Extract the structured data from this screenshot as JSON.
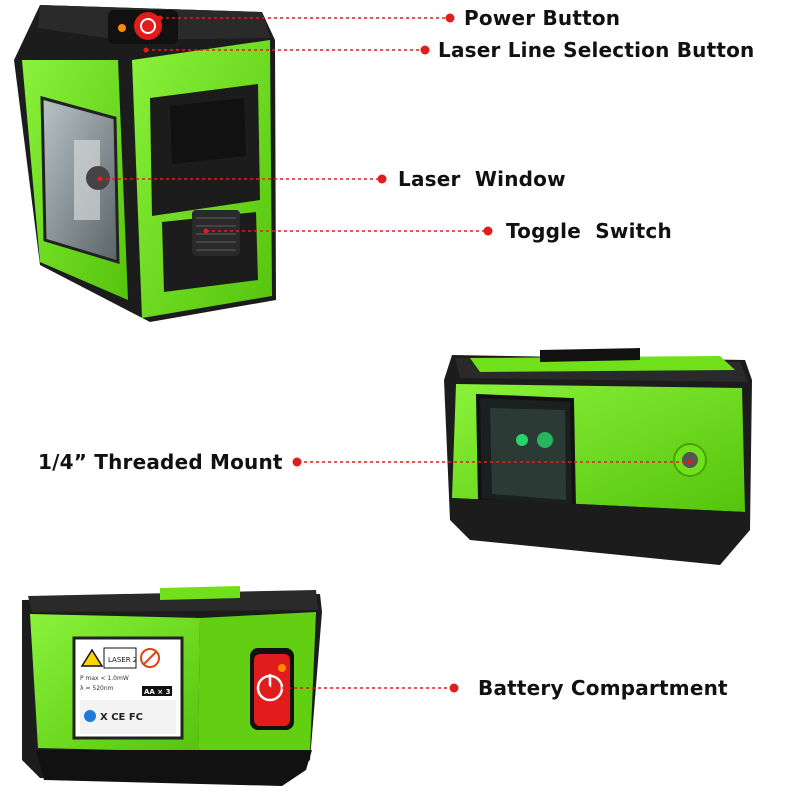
{
  "callouts": {
    "power_button": "Power Button",
    "laser_line_selection_button": "Laser Line Selection Button",
    "laser_window": "Laser  Window",
    "toggle_switch": "Toggle  Switch",
    "threaded_mount": "1/4” Threaded Mount",
    "battery_compartment": "Battery Compartment"
  },
  "label_panel": {
    "laser_class_label": "LASER 2",
    "spec_line_1": "P max < 1.0mW",
    "spec_line_2": "λ = 520nm",
    "battery_badge": "AA × 3",
    "marks": "X CE FC"
  },
  "colors": {
    "device_green": "#6fe01a",
    "device_black": "#1c1c1c",
    "callout_line": "#e11d1d",
    "laser_green": "#27d46a"
  }
}
